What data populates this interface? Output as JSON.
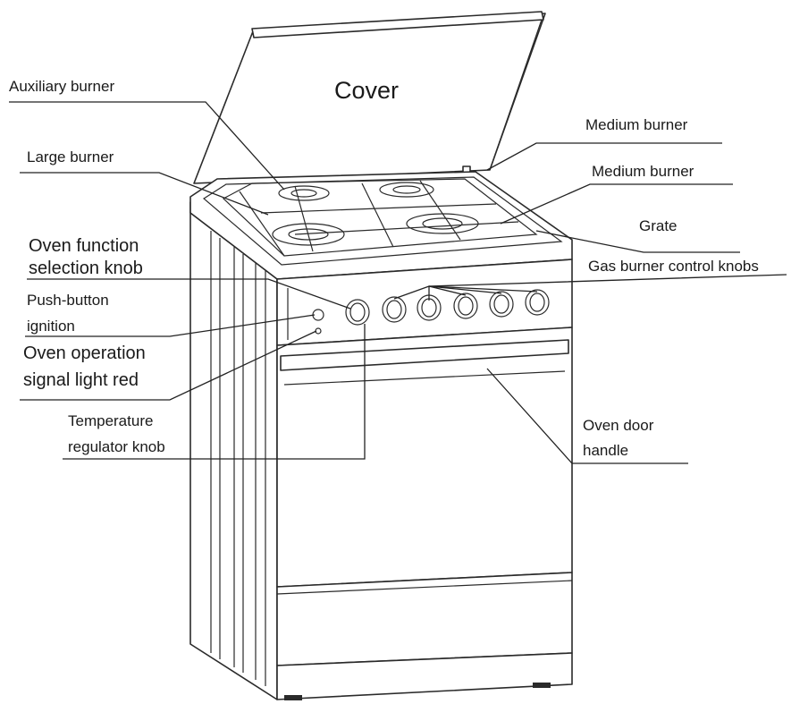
{
  "labels": {
    "cover": "Cover",
    "auxiliary_burner": "Auxiliary burner",
    "large_burner": "Large burner",
    "medium_burner_1": "Medium burner",
    "medium_burner_2": "Medium burner",
    "grate": "Grate",
    "gas_burner_control_knobs": "Gas burner control knobs",
    "oven_function_selection_knob": [
      "Oven function",
      "selection knob"
    ],
    "push_button_ignition": [
      "Push-button",
      "ignition"
    ],
    "oven_operation_signal_light": [
      "Oven operation",
      "signal light red"
    ],
    "temperature_regulator_knob": [
      "Temperature",
      "regulator knob"
    ],
    "oven_door_handle": [
      "Oven door",
      "handle"
    ]
  }
}
